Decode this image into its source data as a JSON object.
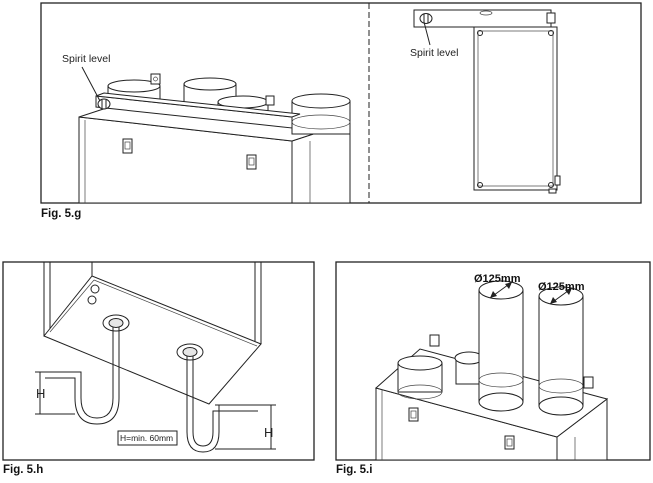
{
  "labels": {
    "spirit_level_left": "Spirit level",
    "spirit_level_right": "Spirit level",
    "fig_5g": "Fig. 5.g",
    "fig_5h": "Fig. 5.h",
    "fig_5i": "Fig. 5.i",
    "height_h_left": "H",
    "height_h_right": "H",
    "min_height_note": "H=min. 60mm",
    "diameter_1": "Ø125mm",
    "diameter_2": "Ø125mm"
  }
}
